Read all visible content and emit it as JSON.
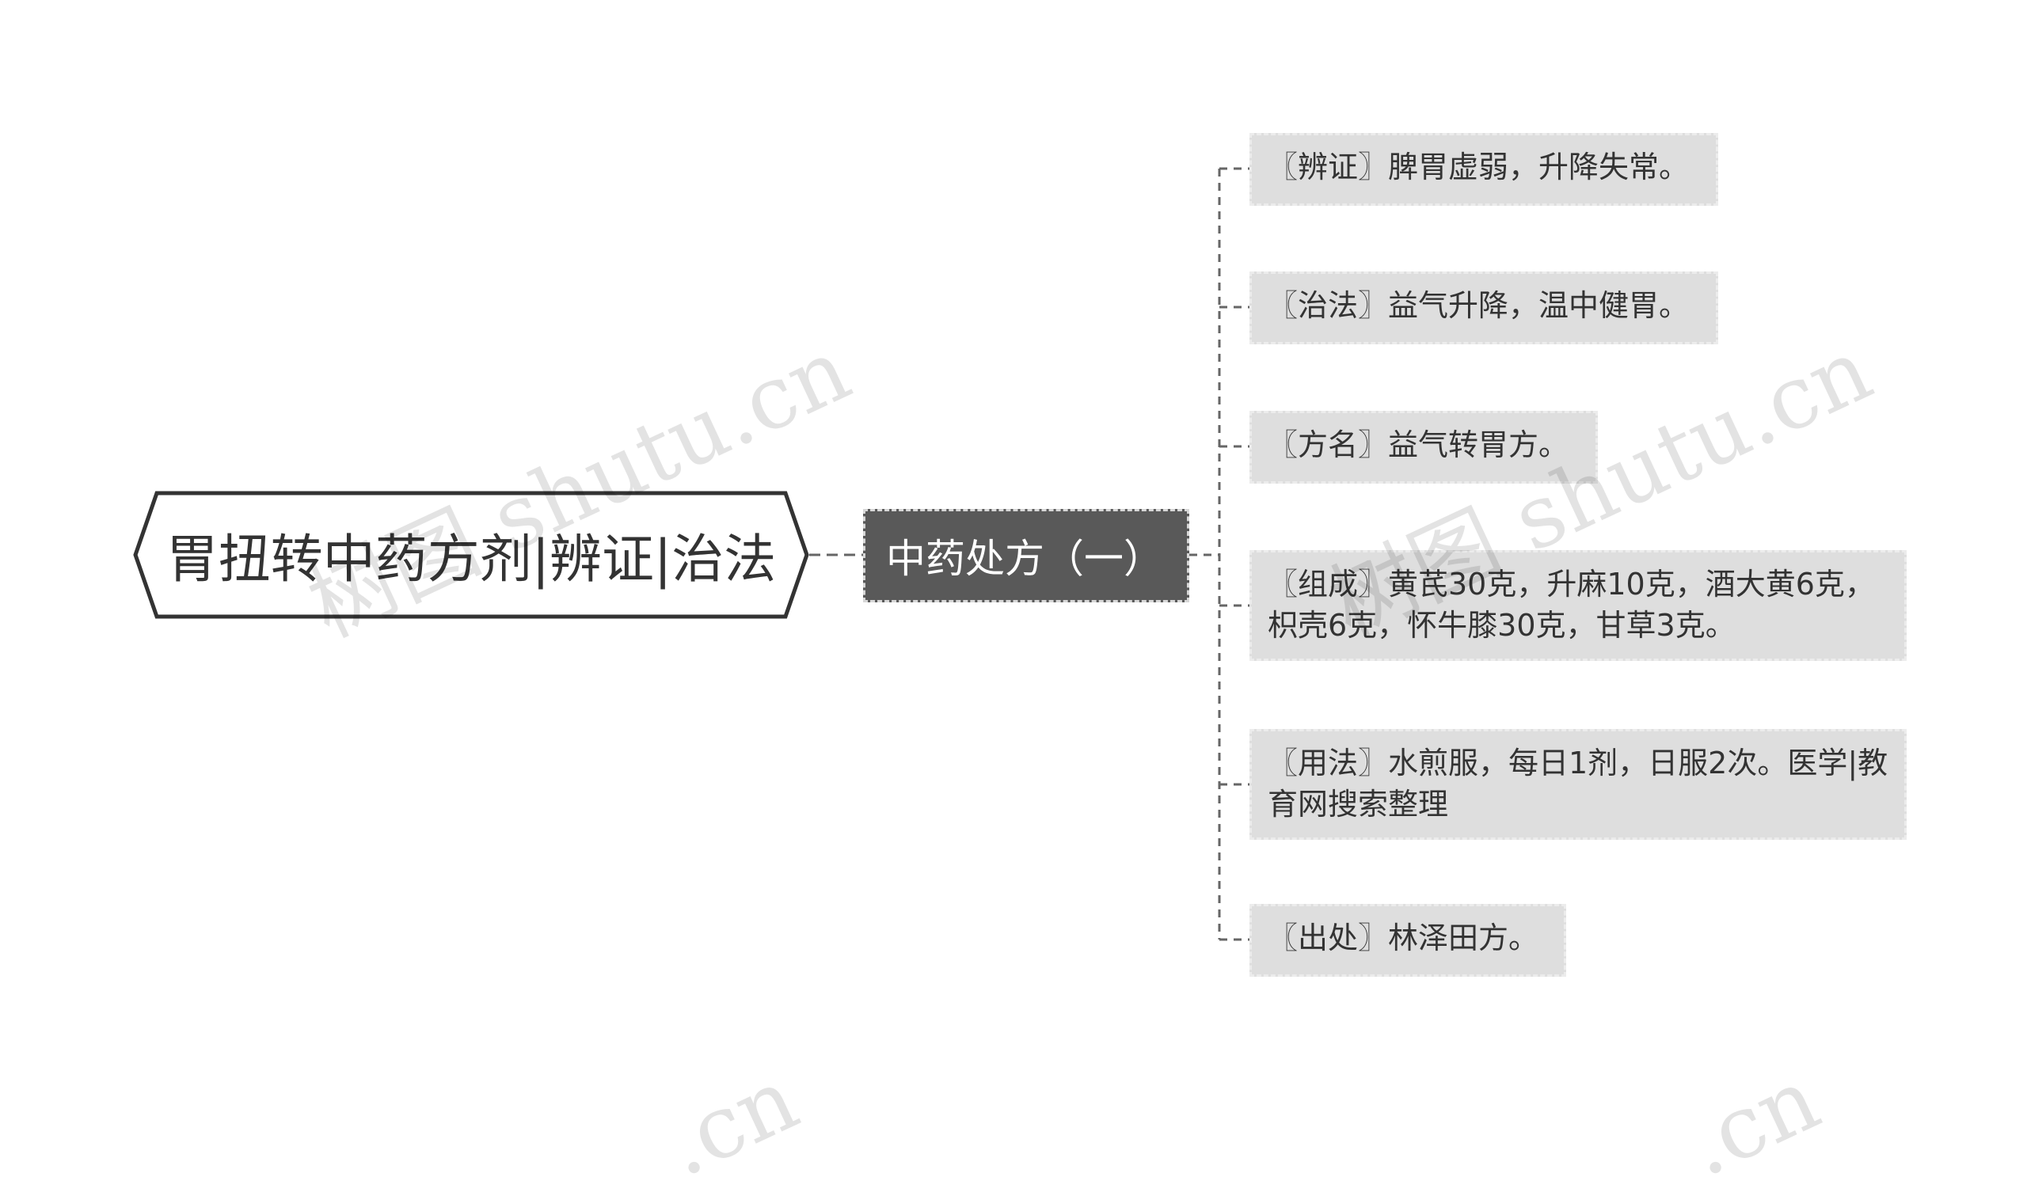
{
  "root": {
    "label": "胃扭转中药方剂|辨证|治法"
  },
  "branch": {
    "label": "中药处方（一）"
  },
  "leaves": [
    {
      "text": "〖辨证〗脾胃虚弱，升降失常。"
    },
    {
      "text": "〖治法〗益气升降，温中健胃。"
    },
    {
      "text": "〖方名〗益气转胃方。"
    },
    {
      "text": "〖组成〗黄芪30克，升麻10克，酒大黄6克，枳壳6克，怀牛膝30克，甘草3克。"
    },
    {
      "text": "〖用法〗水煎服，每日1剂，日服2次。医学|教育网搜索整理"
    },
    {
      "text": "〖出处〗林泽田方。"
    }
  ],
  "watermark": {
    "text": "树图 shutu.cn",
    "fragment": ".cn"
  },
  "colors": {
    "branch_fill": "#595959",
    "leaf_fill": "#dedede",
    "root_border": "#333333",
    "line": "#666666"
  }
}
